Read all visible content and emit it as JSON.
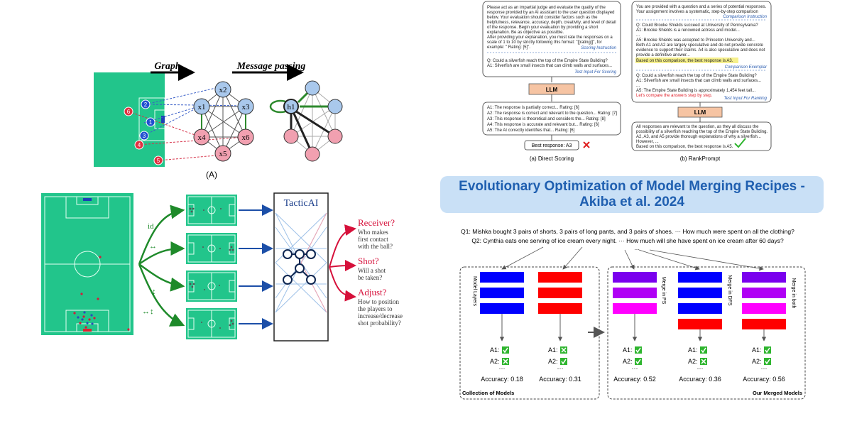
{
  "graph_figure": {
    "graph_label": "Graph",
    "message_label": "Message passing",
    "caption": "(A)",
    "x_nodes": [
      "x2",
      "x1",
      "x3",
      "x4",
      "x6",
      "x5"
    ],
    "h_node": "h1",
    "player_nums": [
      "2",
      "6",
      "1",
      "3",
      "4",
      "5"
    ]
  },
  "tactic": {
    "model_name": "TacticAI",
    "variants": [
      "id",
      "↔",
      "↕",
      "↔↕"
    ],
    "outputs": [
      {
        "q": "Receiver?",
        "desc": [
          "Who makes",
          "first contact",
          "with the ball?"
        ]
      },
      {
        "q": "Shot?",
        "desc": [
          "Will a shot",
          "be taken?"
        ]
      },
      {
        "q": "Adjust?",
        "desc": [
          "How to position",
          "the players to",
          "increase/decrease",
          "shot probability?"
        ]
      }
    ]
  },
  "scoring": {
    "left": {
      "prompt": [
        "Please act as an impartial judge and evaluate the quality of the",
        "response provided by an AI assistant to the user question displayed",
        "below. Your evaluation should consider factors such as the",
        "helpfulness, relevance, accuracy, depth, creativity, and level of detail",
        "of the response. Begin your evaluation by providing a short",
        "explanation. Be as objective as possible.",
        "After providing your explanation, you must rate the responses on a",
        "scale of 1 to 10 by strictly following this format: \"[[rating]]\", for",
        "example: \" Rating: [5]\"."
      ],
      "scoring_label": "Scoring Instruction",
      "test_q": "Q: Could a silverfish reach the top of the Empire State Building?",
      "test_a": "A1: Silverfish are small insects that can climb walls and surfaces...",
      "test_label": "Test Input For Scoring",
      "llm": "LLM",
      "responses": [
        "A1: The response is partially correct... Rating: [6]",
        "A2: The response is correct and relevant to the question... Rating: [7]",
        "A3: This response is theoretical and considers the... Rating: [8]",
        "A4: This response is accurate and relevant but... Rating: [6]",
        "A5: The AI correctly identifies that... Rating: [6]"
      ],
      "best": "Best response: A3",
      "caption": "(a) Direct Scoring"
    },
    "right": {
      "intro": [
        "You are provided with a question and a series of potential responses.",
        "Your assignment involves a systematic, step-by-step comparison"
      ],
      "comparison_label": "Comparison Instruction",
      "exemplar": [
        "Q: Could Brooke Shields succeed at University of Pennsylvania?",
        "A1: Brooke Shields is a renowned actress and model...",
        "...",
        "A5: Brooke Shields was accepted to Princeton University and...",
        "Both A1 and A2 are largely speculative and do not provide concrete",
        "evidence to support their claims. A4 is also speculative and does not",
        "provide a definitive answer..."
      ],
      "exemplar_highlight": "Based on this comparison, the best response is A3.",
      "exemplar_label": "Comparison Exemplar",
      "test": [
        "Q: Could a silverfish reach the top of the Empire State Building?",
        "A1: Silverfish are small insects that can climb walls and surfaces...",
        "...",
        "A5: The Empire State Building is approximately 1,454 feet tall..."
      ],
      "test_red": "Let's compare the answers step by step.",
      "test_label": "Test Input For Ranking",
      "llm": "LLM",
      "output": [
        "All responses are relevant to the question, as they all discuss the",
        "possibility of a silverfish reaching the top of the Empire State Building.",
        "A2, A3, and A5 provide thorough explanations of why a silverfish...",
        "However, ...",
        "Based on this comparison, the best response is A5."
      ],
      "caption": "(b) RankPrompt"
    }
  },
  "merging": {
    "title": "Evolutionary Optimization of Model Merging Recipes - Akiba et al. 2024",
    "q1": "Q1: Mishka bought 3 pairs of shorts, 3 pairs of long pants, and 3 pairs of shoes. ··· How much were spent on all the clothing?",
    "q2": "Q2: Cynthia eats one serving of ice cream every night. ··· How much will she have spent on ice cream after 60 days?",
    "ellipsis": "...",
    "layer_label": "Model Layers",
    "merge_labels": [
      "Merge in PS",
      "Merge in DFS",
      "Merge in both"
    ],
    "models": [
      {
        "a1": "A1:",
        "a2": "A2:",
        "acc": "Accuracy: 0.18"
      },
      {
        "a1": "A1:",
        "a2": "A2:",
        "acc": "Accuracy: 0.31"
      },
      {
        "a1": "A1:",
        "a2": "A2:",
        "acc": "Accuracy: 0.52"
      },
      {
        "a1": "A1:",
        "a2": "A2:",
        "acc": "Accuracy: 0.36"
      },
      {
        "a1": "A1:",
        "a2": "A2:",
        "acc": "Accuracy: 0.56"
      }
    ],
    "collection_label": "Collection of Models",
    "merged_label": "Our Merged Models",
    "colors": {
      "blue": "#0000ff",
      "red": "#ff0000",
      "purple": "#7a00ee",
      "violet": "#b000f5",
      "magenta": "#ff00ff",
      "check": "#2fb52f"
    }
  }
}
